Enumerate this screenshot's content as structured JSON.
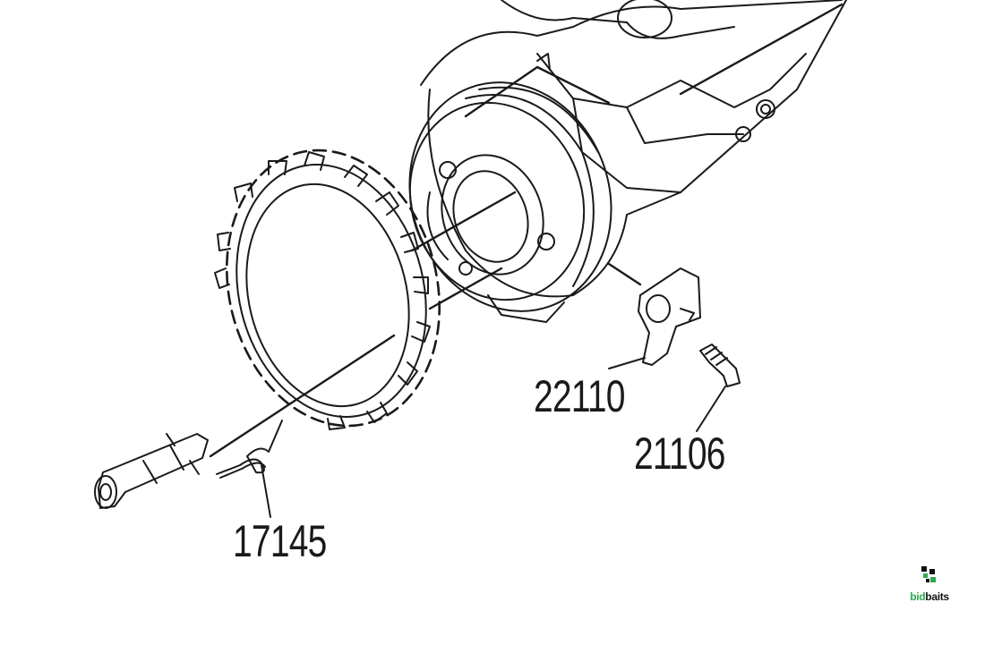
{
  "parts": {
    "ring_housing_label": "22110",
    "screw_label": "21106",
    "spring_label": "17145"
  },
  "brand": {
    "prefix": "bid",
    "suffix": "baits",
    "logo_color": "#2fa84f"
  },
  "icons": [
    "bidbaits-logo-icon"
  ]
}
